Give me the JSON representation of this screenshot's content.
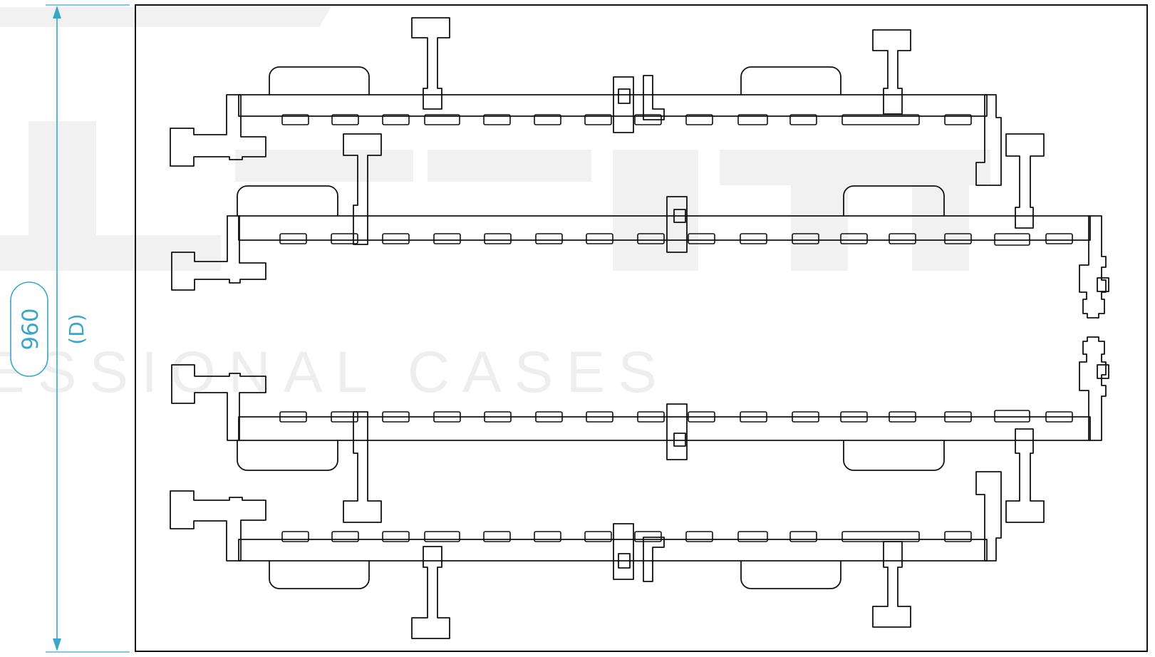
{
  "dimension": {
    "value": "960",
    "axis": "(D)",
    "color": "#3aa7c9"
  },
  "watermark": {
    "text": "ESSIONAL CASES",
    "color": "#eeeeee"
  },
  "outline_color": "#111111"
}
